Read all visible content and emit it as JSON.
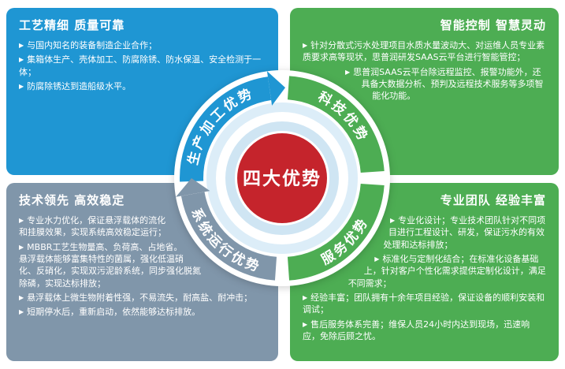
{
  "ui": {
    "marker": "▶"
  },
  "colors": {
    "blue": "#1f96d3",
    "green": "#4dad53",
    "gray_blue": "#8096aa",
    "red": "#c5242c",
    "ring_light": "#dcedf8",
    "ring_mid": "#cfe5f3",
    "background": "#ffffff"
  },
  "center": {
    "title": "四大优势",
    "arcs": [
      {
        "label": "生产加工优势",
        "color": "#1f96d3"
      },
      {
        "label": "科技优势",
        "color": "#4dad53"
      },
      {
        "label": "系统运行优势",
        "color": "#8096aa"
      },
      {
        "label": "服务优势",
        "color": "#4dad53"
      }
    ]
  },
  "panels": {
    "top_left": {
      "title": "工艺精细 质量可靠",
      "bullets": [
        "与国内知名的装备制造企业合作；",
        "集箱体生产、壳体加工、防腐除锈、防水保温、安全检测于一体；",
        "防腐除锈达到造船级水平。"
      ]
    },
    "top_right": {
      "title": "智能控制 智慧灵动",
      "bullets": [
        "针对分散式污水处理项目水质水量波动大、对运维人员专业素质要求高等现状，思普润研发SAAS云平台进行智能管控；",
        "思普润SAAS云平台除远程监控、报警功能外，还具备大数据分析、预判及远程技术服务等多项智能化功能。"
      ]
    },
    "bottom_left": {
      "title": "技术领先 高效稳定",
      "bullets": [
        "专业水力优化，保证悬浮载体的流化和挂膜效果，实现系统高效稳定运行；",
        "MBBR工艺生物量高、负荷高、占地省。悬浮载体能够富集特性的菌属，强化低温硝化、反硝化，实现双污泥龄系统，同步强化脱氮除磷，实现达标排放；",
        "悬浮载体上微生物附着性强，不易流失，耐高盐、耐冲击；",
        "短期停水后，重新启动，依然能够达标排放。"
      ]
    },
    "bottom_right": {
      "title": "专业团队 经验丰富",
      "bullets": [
        "专业化设计；专业技术团队针对不同项目进行工程设计、研发，保证污水的有效处理和达标排放；",
        "标准化与定制化结合；在标准化设备基础上，针对客户个性化需求提供定制化设计，满足不同需求；",
        "经验丰富；团队拥有十余年项目经验，保证设备的顺利安装和调试；",
        "售后服务体系完善；维保人员24小时内达到现场，迅速响应，免除后顾之忧。"
      ]
    }
  }
}
